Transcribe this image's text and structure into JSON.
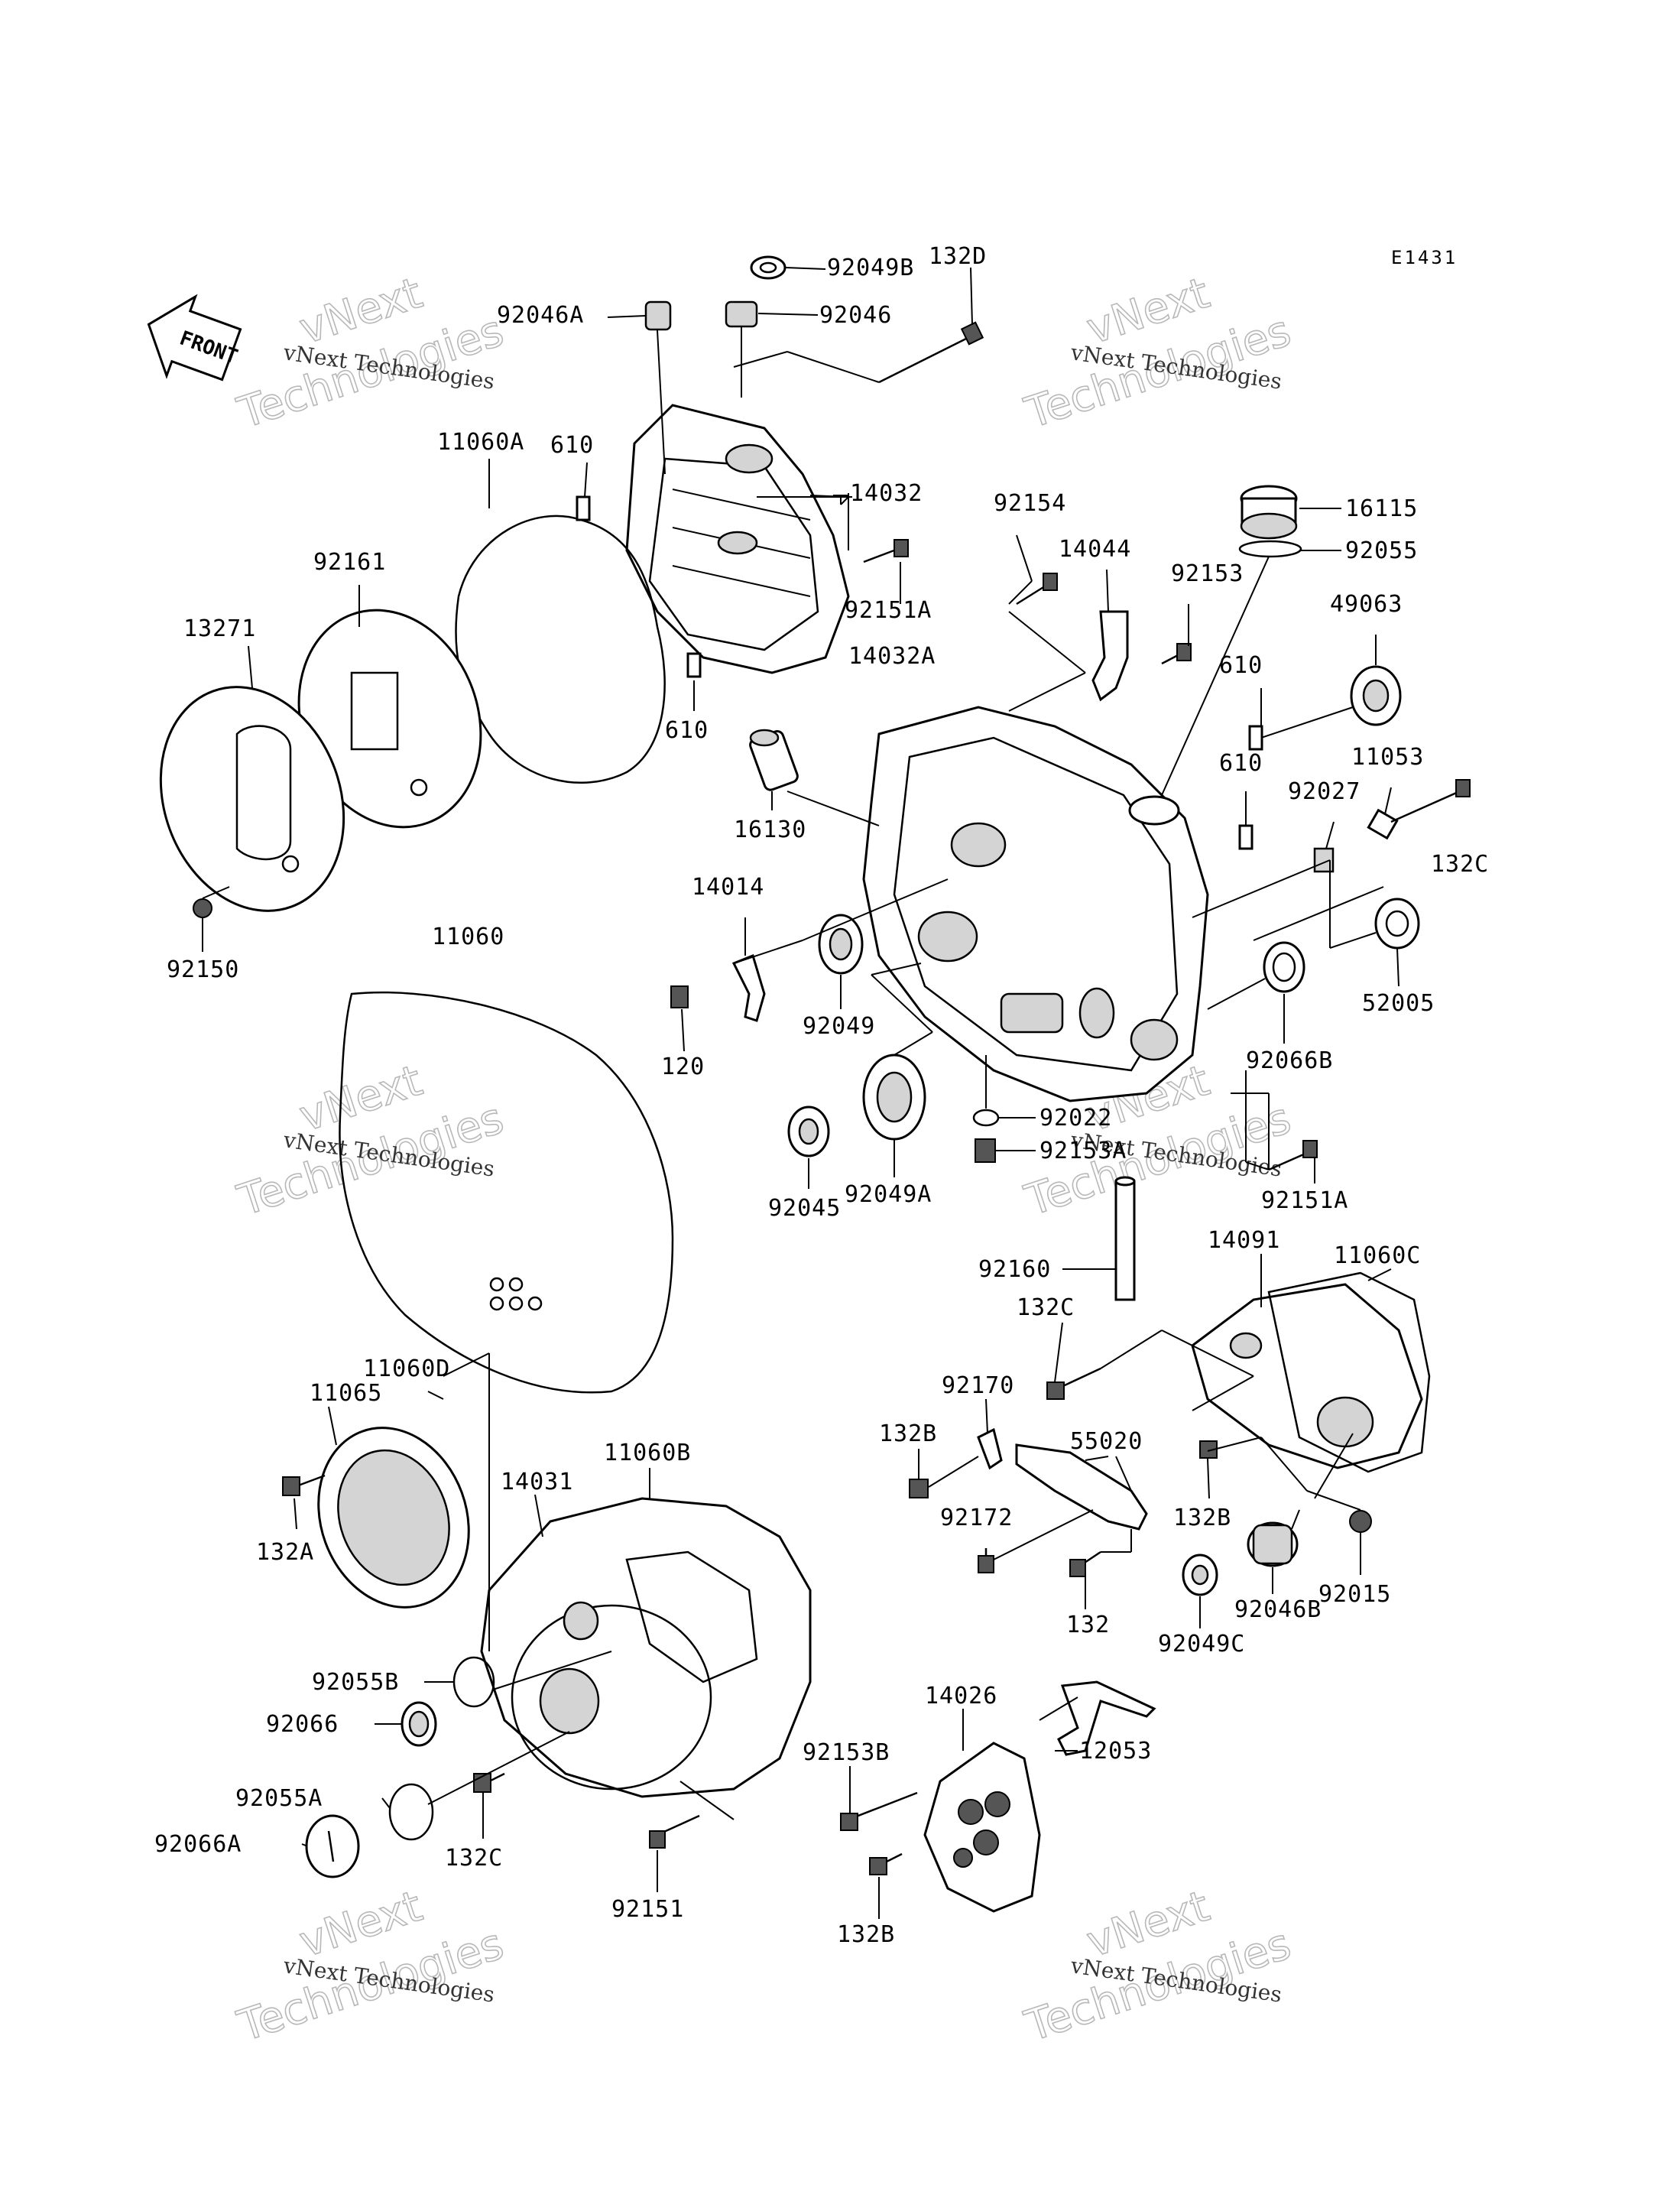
{
  "diagram_code": "E1431",
  "front_label": "FRONT",
  "watermark": {
    "small": "vNext Technologies",
    "big_top": "vNext",
    "big_bottom": "Technologies"
  },
  "parts": [
    {
      "id": "p92049B",
      "label": "92049B"
    },
    {
      "id": "p132D",
      "label": "132D"
    },
    {
      "id": "p92046A",
      "label": "92046A"
    },
    {
      "id": "p92046",
      "label": "92046"
    },
    {
      "id": "p11060A",
      "label": "11060A"
    },
    {
      "id": "p610a",
      "label": "610"
    },
    {
      "id": "p14032",
      "label": "14032"
    },
    {
      "id": "p16115",
      "label": "16115"
    },
    {
      "id": "p92154",
      "label": "92154"
    },
    {
      "id": "p14044",
      "label": "14044"
    },
    {
      "id": "p92055",
      "label": "92055"
    },
    {
      "id": "p92161",
      "label": "92161"
    },
    {
      "id": "p92151A_top",
      "label": "92151A"
    },
    {
      "id": "p92153",
      "label": "92153"
    },
    {
      "id": "p49063",
      "label": "49063"
    },
    {
      "id": "p13271",
      "label": "13271"
    },
    {
      "id": "p14032A",
      "label": "14032A"
    },
    {
      "id": "p610b",
      "label": "610"
    },
    {
      "id": "p610c",
      "label": "610"
    },
    {
      "id": "p610d",
      "label": "610"
    },
    {
      "id": "p11053",
      "label": "11053"
    },
    {
      "id": "p92027",
      "label": "92027"
    },
    {
      "id": "p16130",
      "label": "16130"
    },
    {
      "id": "p132C_a",
      "label": "132C"
    },
    {
      "id": "p14014",
      "label": "14014"
    },
    {
      "id": "p92150",
      "label": "92150"
    },
    {
      "id": "p11060",
      "label": "11060"
    },
    {
      "id": "p52005",
      "label": "52005"
    },
    {
      "id": "p92049",
      "label": "92049"
    },
    {
      "id": "p120",
      "label": "120"
    },
    {
      "id": "p92066B",
      "label": "92066B"
    },
    {
      "id": "p92022",
      "label": "92022"
    },
    {
      "id": "p92153A",
      "label": "92153A"
    },
    {
      "id": "p92151A_mid",
      "label": "92151A"
    },
    {
      "id": "p92045",
      "label": "92045"
    },
    {
      "id": "p92049A",
      "label": "92049A"
    },
    {
      "id": "p14091",
      "label": "14091"
    },
    {
      "id": "p11060C",
      "label": "11060C"
    },
    {
      "id": "p92160",
      "label": "92160"
    },
    {
      "id": "p132C_b",
      "label": "132C"
    },
    {
      "id": "p11060D",
      "label": "11060D"
    },
    {
      "id": "p11065",
      "label": "11065"
    },
    {
      "id": "p92170",
      "label": "92170"
    },
    {
      "id": "p132B_a",
      "label": "132B"
    },
    {
      "id": "p55020",
      "label": "55020"
    },
    {
      "id": "p14031",
      "label": "14031"
    },
    {
      "id": "p11060B",
      "label": "11060B"
    },
    {
      "id": "p132A",
      "label": "132A"
    },
    {
      "id": "p92172",
      "label": "92172"
    },
    {
      "id": "p132B_b",
      "label": "132B"
    },
    {
      "id": "p92015",
      "label": "92015"
    },
    {
      "id": "p132",
      "label": "132"
    },
    {
      "id": "p92046B",
      "label": "92046B"
    },
    {
      "id": "p92049C",
      "label": "92049C"
    },
    {
      "id": "p92055B",
      "label": "92055B"
    },
    {
      "id": "p14026",
      "label": "14026"
    },
    {
      "id": "p92066",
      "label": "92066"
    },
    {
      "id": "p12053",
      "label": "12053"
    },
    {
      "id": "p92153B",
      "label": "92153B"
    },
    {
      "id": "p92055A",
      "label": "92055A"
    },
    {
      "id": "p132C_c",
      "label": "132C"
    },
    {
      "id": "p92066A",
      "label": "92066A"
    },
    {
      "id": "p92151",
      "label": "92151"
    },
    {
      "id": "p132B_c",
      "label": "132B"
    }
  ]
}
